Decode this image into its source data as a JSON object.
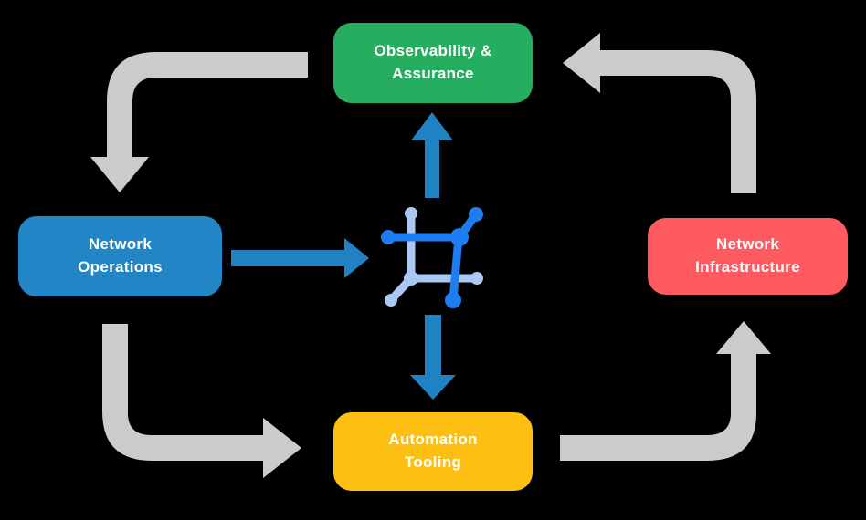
{
  "diagram": {
    "background_color": "#000000",
    "nodes": [
      {
        "id": "observability-assurance",
        "label": "Observability &\nAssurance",
        "color": "#26AE60",
        "text_color": "#FFFFFF"
      },
      {
        "id": "network-operations",
        "label": "Network\nOperations",
        "color": "#2285C6",
        "text_color": "#FFFFFF"
      },
      {
        "id": "network-infrastructure",
        "label": "Network\nInfrastructure",
        "color": "#FF5A5F",
        "text_color": "#FFFFFF"
      },
      {
        "id": "automation-tooling",
        "label": "Automation\nTooling",
        "color": "#FCBF12",
        "text_color": "#FFFFFF"
      }
    ],
    "center_icon": {
      "name": "network-automation-icon",
      "dark_blue": "#1E7DF0",
      "light_blue": "#A9C9F4"
    },
    "cycle_arrows": {
      "color": "#CBCBCB",
      "items": [
        {
          "from": "observability-assurance",
          "to": "network-operations"
        },
        {
          "from": "network-operations",
          "to": "automation-tooling"
        },
        {
          "from": "automation-tooling",
          "to": "network-infrastructure"
        },
        {
          "from": "network-infrastructure",
          "to": "observability-assurance"
        }
      ]
    },
    "center_arrows": {
      "color": "#2182C3",
      "items": [
        {
          "from": "network-operations",
          "to": "center-icon"
        },
        {
          "from": "center-icon",
          "to": "observability-assurance"
        },
        {
          "from": "center-icon",
          "to": "automation-tooling"
        }
      ]
    }
  }
}
